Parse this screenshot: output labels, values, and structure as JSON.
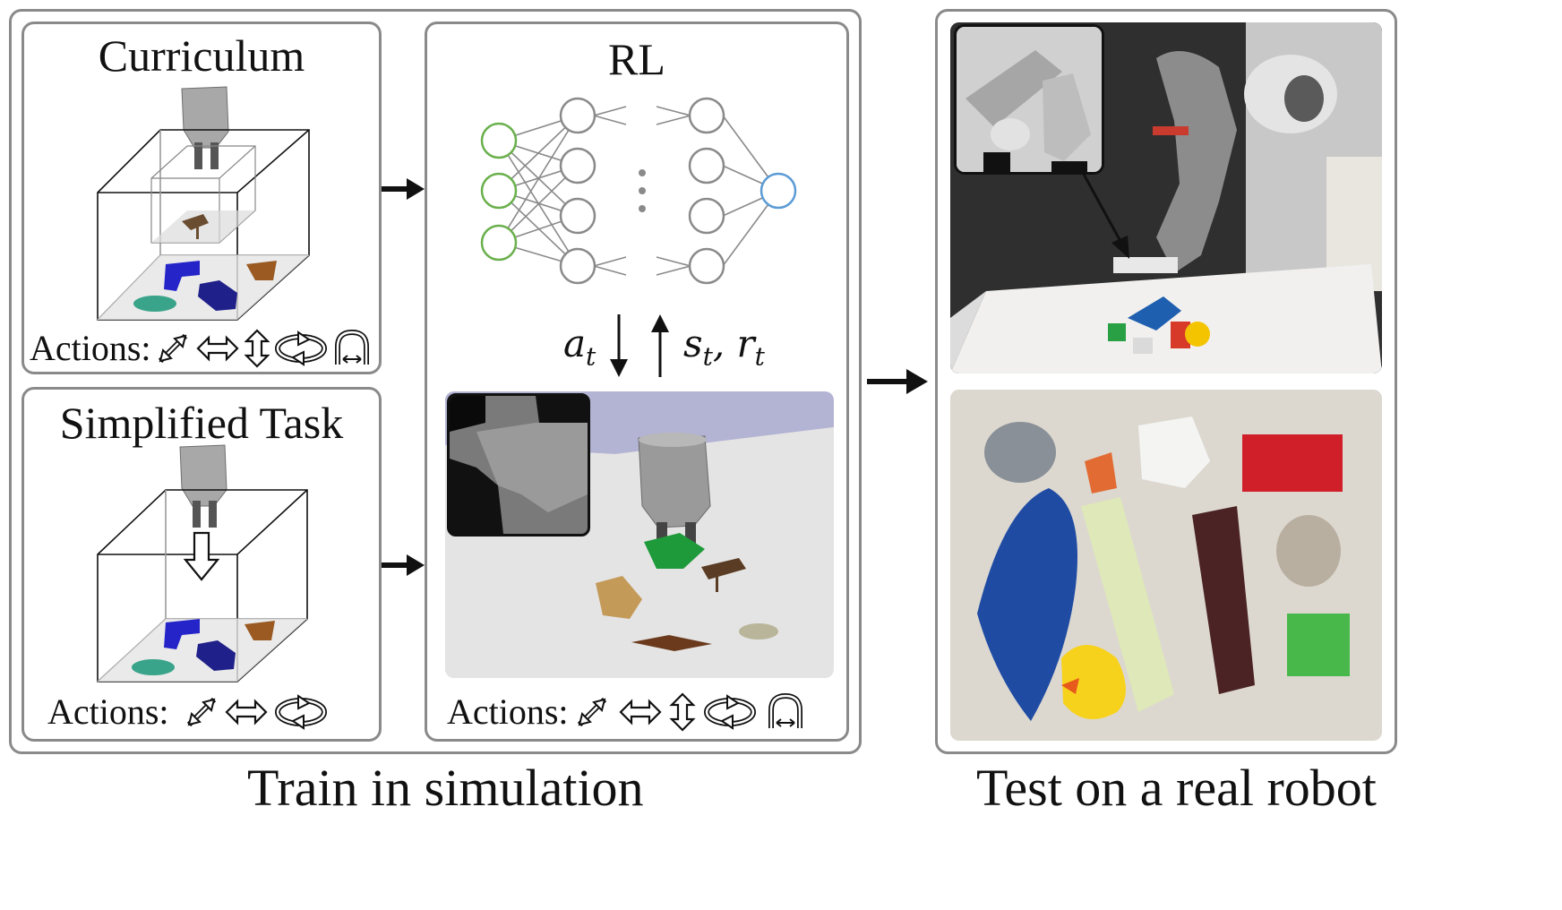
{
  "train_section": {
    "caption": "Train in simulation",
    "curriculum_panel": {
      "title": "Curriculum",
      "actions_label": "Actions:"
    },
    "simplified_panel": {
      "title": "Simplified Task",
      "actions_label": "Actions:"
    },
    "rl_panel": {
      "title": "RL",
      "action_label": "a",
      "action_subscript": "t",
      "state_reward_label": "s",
      "state_subscript": "t",
      "reward_label": "r",
      "reward_subscript": "t",
      "actions_label": "Actions:"
    }
  },
  "test_section": {
    "caption": "Test on a real robot"
  },
  "icons": [
    "diagonal-arrow-icon",
    "horizontal-arrow-icon",
    "vertical-arrow-icon",
    "rotation-icon",
    "gripper-icon",
    "down-arrow-icon",
    "right-arrow-icon"
  ],
  "colors": {
    "panel_border": "#8a8a8a",
    "input_nodes": "#6ab04c",
    "output_node": "#5b9bd5",
    "hidden_nodes": "#8a8a8a",
    "sim_sky": "#b3b3d4"
  }
}
